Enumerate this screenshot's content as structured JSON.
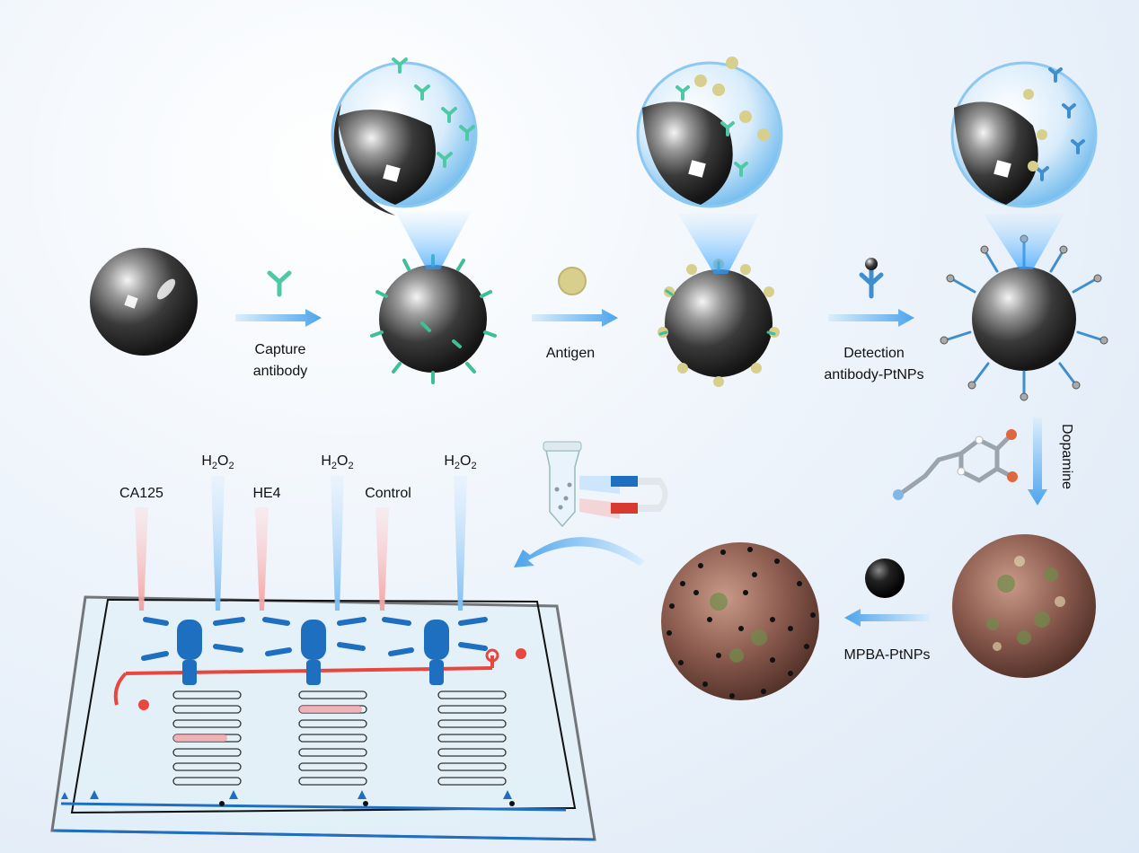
{
  "steps": {
    "capture_antibody": {
      "line1": "Capture",
      "line2": "antibody"
    },
    "antigen": "Antigen",
    "detection": {
      "line1": "Detection",
      "line2": "antibody-PtNPs"
    },
    "dopamine": "Dopamine",
    "mpba": "MPBA-PtNPs"
  },
  "chip_inputs": {
    "ca125": "CA125",
    "he4": "HE4",
    "control": "Control",
    "h2o2": {
      "main": "H",
      "sub1": "2",
      "mid": "O",
      "sub2": "2"
    }
  },
  "colors": {
    "sphere": "#3a3a3a",
    "capture_antibody": "#4fc9a4",
    "antigen": "#d8cf8c",
    "arrow": "#8fc3f2",
    "sample_channel": "#e8473f",
    "reagent_channel": "#1e6fc0",
    "polydopamine": "#8a5a4e"
  },
  "icons": [
    "magnetic-bead-icon",
    "capture-antibody-icon",
    "antigen-icon",
    "detection-antibody-icon",
    "dopamine-molecule-icon",
    "tube-icon",
    "magnet-icon",
    "microfluidic-chip-icon"
  ]
}
